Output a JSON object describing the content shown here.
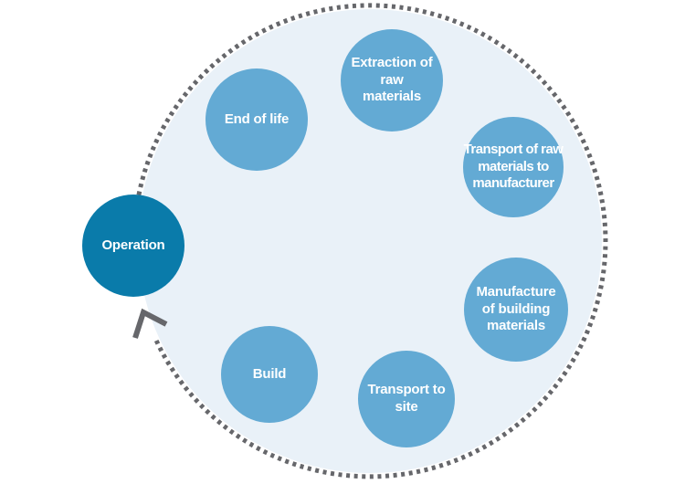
{
  "diagram": {
    "nodes": {
      "extraction": {
        "label": "Extraction of\nraw\nmaterials"
      },
      "transport_raw": {
        "label": "Transport of raw\nmaterials to\nmanufacturer"
      },
      "manufacture": {
        "label": "Manufacture\nof building\nmaterials"
      },
      "transport_site": {
        "label": "Transport to\nsite"
      },
      "build": {
        "label": "Build"
      },
      "operation": {
        "label": "Operation",
        "highlighted": true
      },
      "end_of_life": {
        "label": "End of life"
      }
    },
    "colors": {
      "node_fill": "#63AAD4",
      "highlight_fill": "#0A7BAA",
      "cycle_fill": "#E9F1F8",
      "ring_gray": "#66676B",
      "label_text": "#FFFFFF",
      "background": "#FFFFFF"
    }
  }
}
